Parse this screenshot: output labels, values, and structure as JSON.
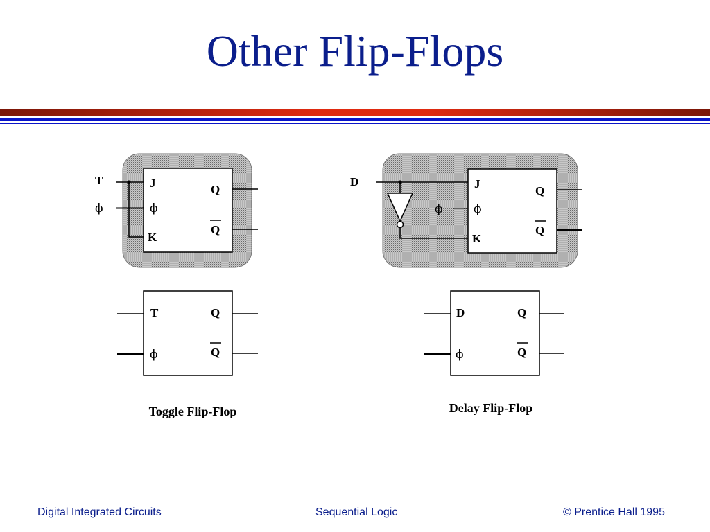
{
  "slide": {
    "title": "Other Flip-Flops"
  },
  "toggle": {
    "input_t": "T",
    "input_phi": "ϕ",
    "jk_j": "J",
    "jk_phi": "ϕ",
    "jk_k": "K",
    "jk_q": "Q",
    "jk_qbar": "Q",
    "sym_t": "T",
    "sym_phi": "ϕ",
    "sym_q": "Q",
    "sym_qbar": "Q",
    "caption": "Toggle Flip-Flop"
  },
  "delay": {
    "input_d": "D",
    "input_phi": "ϕ",
    "jk_j": "J",
    "jk_phi": "ϕ",
    "jk_k": "K",
    "jk_q": "Q",
    "jk_qbar": "Q",
    "sym_d": "D",
    "sym_phi": "ϕ",
    "sym_q": "Q",
    "sym_qbar": "Q",
    "caption": "Delay Flip-Flop"
  },
  "footer": {
    "left": "Digital Integrated Circuits",
    "center": "Sequential Logic",
    "right": "© Prentice Hall 1995"
  }
}
